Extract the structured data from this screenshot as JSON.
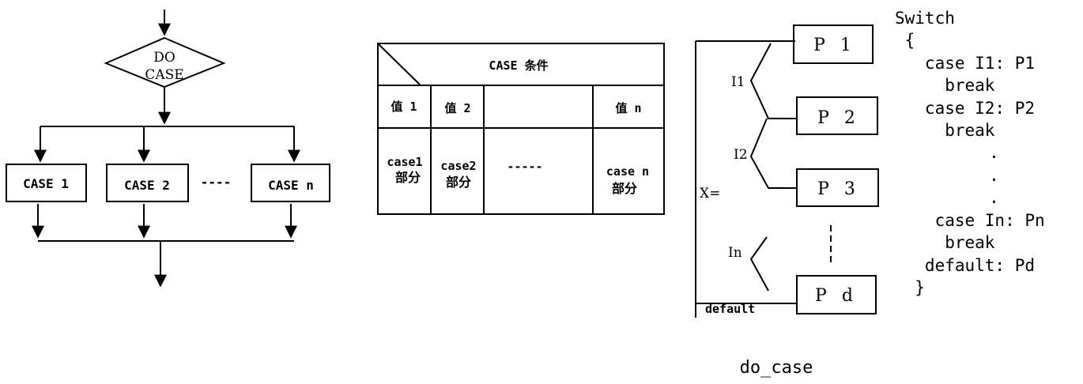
{
  "flowchart": {
    "decision_line1": "DO",
    "decision_line2": "CASE",
    "case1": "CASE 1",
    "case2": "CASE 2",
    "ellipsis": "----",
    "casen": "CASE n"
  },
  "table": {
    "header": "CASE 条件",
    "values": [
      "值 1",
      "值 2",
      "",
      "值 n"
    ],
    "parts": [
      {
        "line1": "case1",
        "line2": "部分"
      },
      {
        "line1": "case2",
        "line2": "部分"
      },
      {
        "line1": "-----",
        "line2": ""
      },
      {
        "line1": "case n",
        "line2": "部分"
      }
    ]
  },
  "switch_diagram": {
    "x_label": "X=",
    "default_label": "default",
    "branch_labels": [
      "I1",
      "I2",
      "In"
    ],
    "boxes": [
      "P 1",
      "P 2",
      "P 3",
      "P d"
    ],
    "caption": "do_case"
  },
  "code": {
    "lines": [
      "Switch",
      " {",
      "   case I1: P1",
      "     break",
      "   case I2: P2",
      "     break",
      "        .",
      "        .",
      "        .",
      "    case In: Pn",
      "     break",
      "   default: Pd",
      "  }"
    ]
  }
}
